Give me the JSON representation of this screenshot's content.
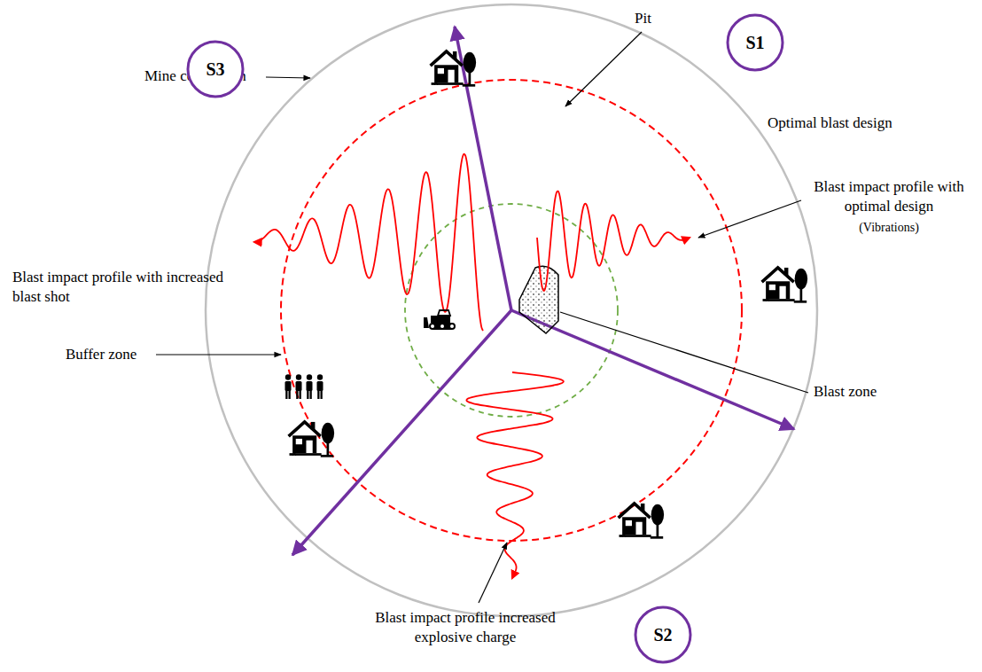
{
  "diagram": {
    "nodes": [
      {
        "text": [
          "S1"
        ]
      },
      {
        "text": [
          "S3"
        ]
      },
      {
        "text": [
          "S2"
        ]
      }
    ],
    "labels": [
      "Mine concession",
      "Pit",
      "Optimal blast design",
      "Blast impact profile with increased blast shot",
      "Blast impact profile with optimal design",
      "(Vibrations)",
      "Buffer zone",
      "Blast zone",
      "Blast impact profile increased explosive charge"
    ]
  }
}
